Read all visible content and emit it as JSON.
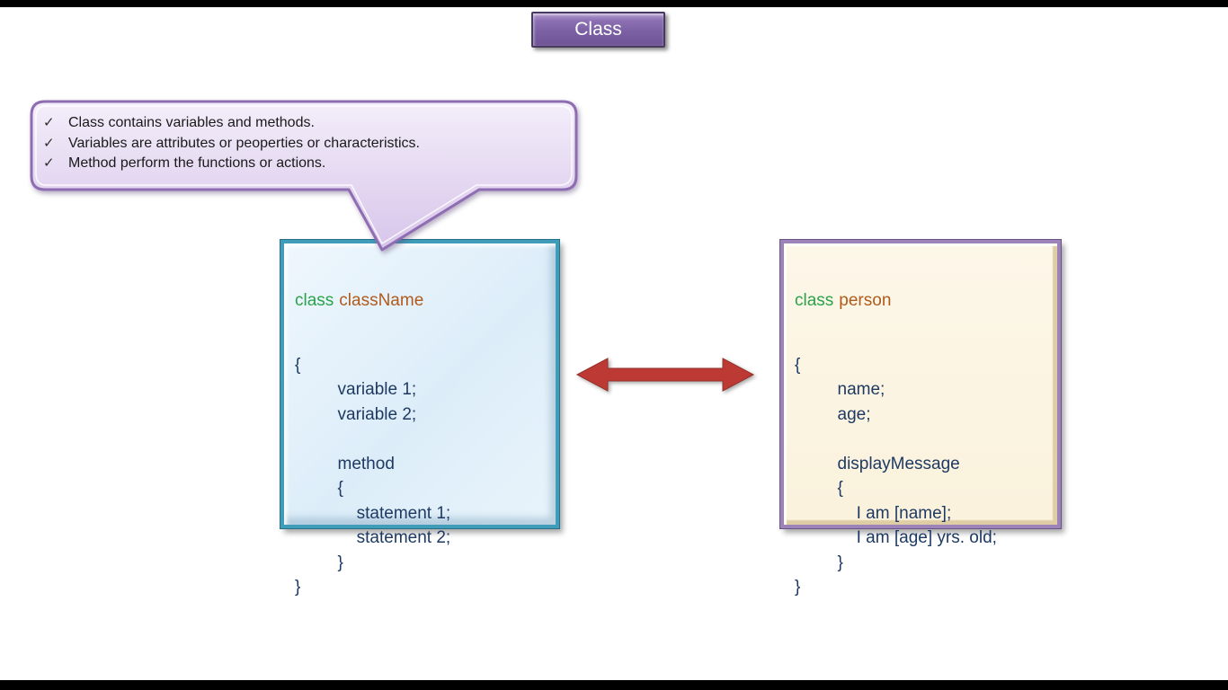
{
  "colors": {
    "button_purple": "#7b60a4",
    "callout_border": "#8f6db3",
    "callout_fill_top": "#f4eefa",
    "callout_fill_bottom": "#d7c5ea",
    "left_box_border": "#3f9db9",
    "left_box_fill": "#ddeefa",
    "right_box_border": "#9c84b8",
    "right_box_fill": "#fbf3de",
    "keyword_green": "#2ba24a",
    "name_orange": "#b05a1b",
    "code_navy": "#1e3a63",
    "arrow_red": "#bd3a34"
  },
  "title_button": {
    "label": "Class"
  },
  "callout": {
    "bullet": "✓",
    "items": [
      "Class contains variables and methods.",
      "Variables are attributes or peoperties or characteristics.",
      "Method perform the functions or actions."
    ]
  },
  "left_code_box": {
    "keyword": "class",
    "class_name": "className",
    "lines": [
      "{",
      "         variable 1;",
      "         variable 2;",
      "",
      "         method",
      "         {",
      "             statement 1;",
      "             statement 2;",
      "         }",
      "}"
    ]
  },
  "right_code_box": {
    "keyword": "class",
    "class_name": "person",
    "lines": [
      "{",
      "         name;",
      "         age;",
      "",
      "         displayMessage",
      "         {",
      "             I am [name];",
      "             I am [age] yrs. old;",
      "         }",
      "}"
    ]
  },
  "icons": {
    "arrow": "double-headed-arrow",
    "bullet": "check-icon"
  }
}
